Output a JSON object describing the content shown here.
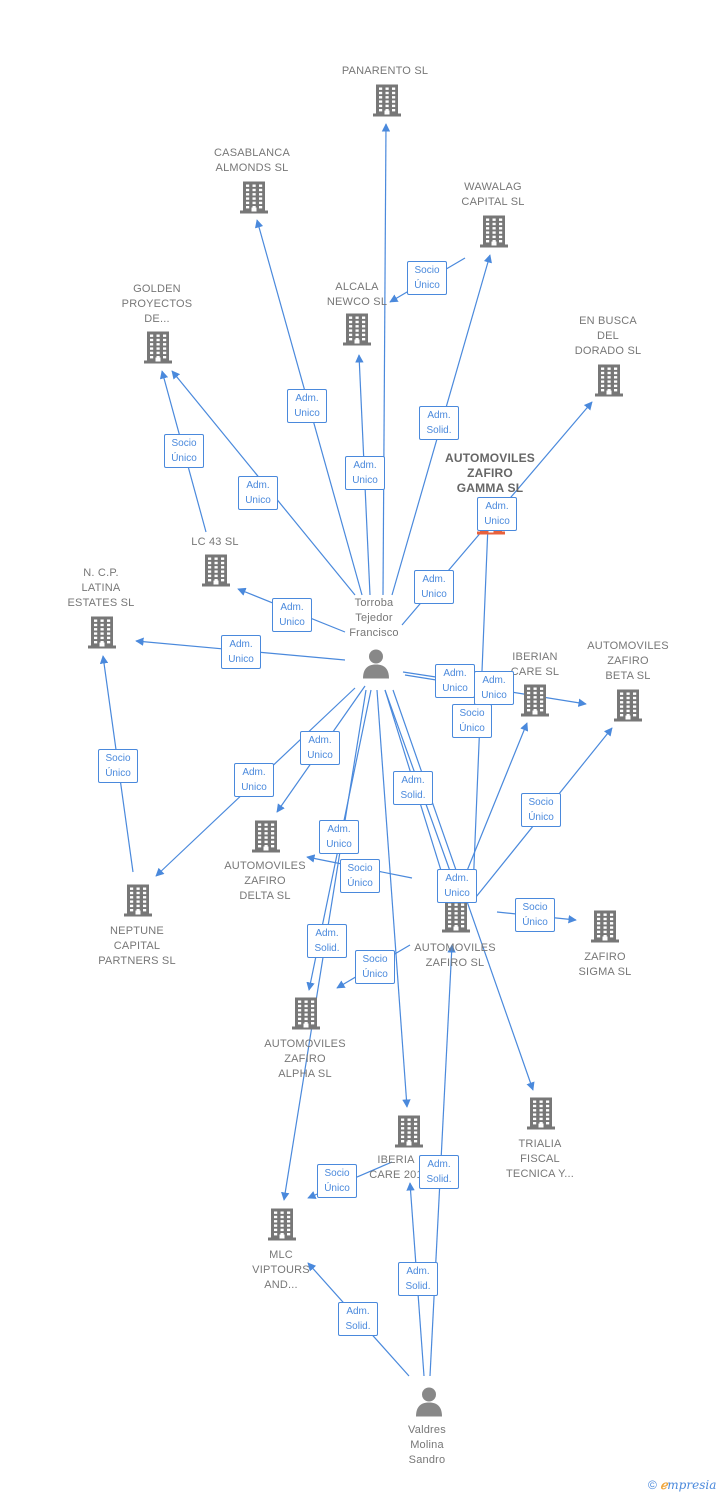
{
  "colors": {
    "edge": "#4a89dc",
    "building": "#777777",
    "highlight_building": "#e8613c",
    "person": "#888888",
    "label": "#777777"
  },
  "companies": [
    {
      "id": "panarento",
      "label": "PANARENTO SL",
      "icon": "building-icon"
    },
    {
      "id": "casablanca",
      "label": "CASABLANCA\nALMONDS SL",
      "icon": "building-icon"
    },
    {
      "id": "wawalag",
      "label": "WAWALAG\nCAPITAL SL",
      "icon": "building-icon"
    },
    {
      "id": "golden",
      "label": "GOLDEN\nPROYECTOS\nDE...",
      "icon": "building-icon"
    },
    {
      "id": "alcala",
      "label": "ALCALA\nNEWCO SL",
      "icon": "building-icon"
    },
    {
      "id": "enbusca",
      "label": "EN BUSCA\nDEL\nDORADO SL",
      "icon": "building-icon"
    },
    {
      "id": "gamma",
      "label": "AUTOMOVILES\nZAFIRO\nGAMMA SL",
      "icon": "building-icon",
      "highlight": true
    },
    {
      "id": "lc43",
      "label": "LC 43 SL",
      "icon": "building-icon"
    },
    {
      "id": "ncp",
      "label": "N. C.P.\nLATINA\nESTATES SL",
      "icon": "building-icon"
    },
    {
      "id": "iberiancare",
      "label": "IBERIAN\nCARE SL",
      "icon": "building-icon"
    },
    {
      "id": "beta",
      "label": "AUTOMOVILES\nZAFIRO\nBETA SL",
      "icon": "building-icon"
    },
    {
      "id": "delta",
      "label": "AUTOMOVILES\nZAFIRO\nDELTA SL",
      "icon": "building-icon"
    },
    {
      "id": "neptune",
      "label": "NEPTUNE\nCAPITAL\nPARTNERS SL",
      "icon": "building-icon"
    },
    {
      "id": "zafiro",
      "label": "AUTOMOVILES\nZAFIRO SL",
      "icon": "building-icon"
    },
    {
      "id": "sigma",
      "label": "ZAFIRO\nSIGMA SL",
      "icon": "building-icon"
    },
    {
      "id": "alpha",
      "label": "AUTOMOVILES\nZAFIRO\nALPHA SL",
      "icon": "building-icon"
    },
    {
      "id": "trialia",
      "label": "TRIALIA\nFISCAL\nTECNICA Y...",
      "icon": "building-icon"
    },
    {
      "id": "iberia2016",
      "label": "IBERIA\nCARE 201",
      "icon": "building-icon"
    },
    {
      "id": "mlc",
      "label": "MLC\nVIPTOURS\nAND...",
      "icon": "building-icon"
    }
  ],
  "persons": [
    {
      "id": "torroba",
      "label": "Torroba\nTejedor\nFrancisco",
      "icon": "person-icon"
    },
    {
      "id": "valdres",
      "label": "Valdres\nMolina\nSandro",
      "icon": "person-icon"
    }
  ],
  "edges": [
    {
      "from": "torroba",
      "to": "panarento",
      "tag": ""
    },
    {
      "from": "torroba",
      "to": "casablanca",
      "tag": "Adm.\nUnico"
    },
    {
      "from": "torroba",
      "to": "wawalag",
      "tag": "Adm.\nSolid."
    },
    {
      "from": "wawalag",
      "to": "alcala",
      "tag": "Socio\nÚnico"
    },
    {
      "from": "torroba",
      "to": "alcala",
      "tag": "Adm.\nUnico"
    },
    {
      "from": "torroba",
      "to": "golden",
      "tag": "Adm.\nUnico"
    },
    {
      "from": "lc43",
      "to": "golden",
      "tag": "Socio\nÚnico"
    },
    {
      "from": "torroba",
      "to": "enbusca",
      "tag": "Adm.\nUnico"
    },
    {
      "from": "zafiro",
      "to": "gamma",
      "tag": "Adm.\nUnico"
    },
    {
      "from": "torroba",
      "to": "lc43",
      "tag": "Adm.\nUnico"
    },
    {
      "from": "torroba",
      "to": "ncp",
      "tag": "Adm.\nUnico"
    },
    {
      "from": "neptune",
      "to": "ncp",
      "tag": "Socio\nÚnico"
    },
    {
      "from": "torroba",
      "to": "iberiancare",
      "tag": "Adm.\nUnico"
    },
    {
      "from": "torroba",
      "to": "beta",
      "tag": "Adm.\nUnico"
    },
    {
      "from": "torroba",
      "to": "delta",
      "tag": "Adm.\nUnico"
    },
    {
      "from": "torroba",
      "to": "neptune",
      "tag": "Adm.\nUnico"
    },
    {
      "from": "torroba",
      "to": "zafiro",
      "tag": "Adm.\nSolid."
    },
    {
      "from": "zafiro",
      "to": "beta",
      "tag": "Socio\nÚnico"
    },
    {
      "from": "zafiro",
      "to": "iberiancare",
      "tag": "Socio\nÚnico"
    },
    {
      "from": "zafiro",
      "to": "sigma",
      "tag": "Socio\nÚnico"
    },
    {
      "from": "zafiro",
      "to": "delta",
      "tag": "Socio\nÚnico"
    },
    {
      "from": "zafiro",
      "to": "alpha",
      "tag": "Socio\nÚnico"
    },
    {
      "from": "torroba",
      "to": "alpha",
      "tag": "Adm.\nSolid."
    },
    {
      "from": "torroba",
      "to": "sigma",
      "tag": "Adm.\nUnico"
    },
    {
      "from": "torroba",
      "to": "trialia",
      "tag": ""
    },
    {
      "from": "torroba",
      "to": "iberia2016",
      "tag": ""
    },
    {
      "from": "torroba",
      "to": "mlc",
      "tag": "Adm.\nUnico"
    },
    {
      "from": "iberia2016",
      "to": "mlc",
      "tag": "Socio\nÚnico"
    },
    {
      "from": "valdres",
      "to": "mlc",
      "tag": "Adm.\nSolid."
    },
    {
      "from": "valdres",
      "to": "iberia2016",
      "tag": "Adm.\nSolid."
    },
    {
      "from": "valdres",
      "to": "zafiro",
      "tag": "Adm.\nSolid."
    }
  ],
  "footer": {
    "copyright": "©",
    "brand_mark": "ℯ",
    "brand_rest": "mpresia"
  }
}
